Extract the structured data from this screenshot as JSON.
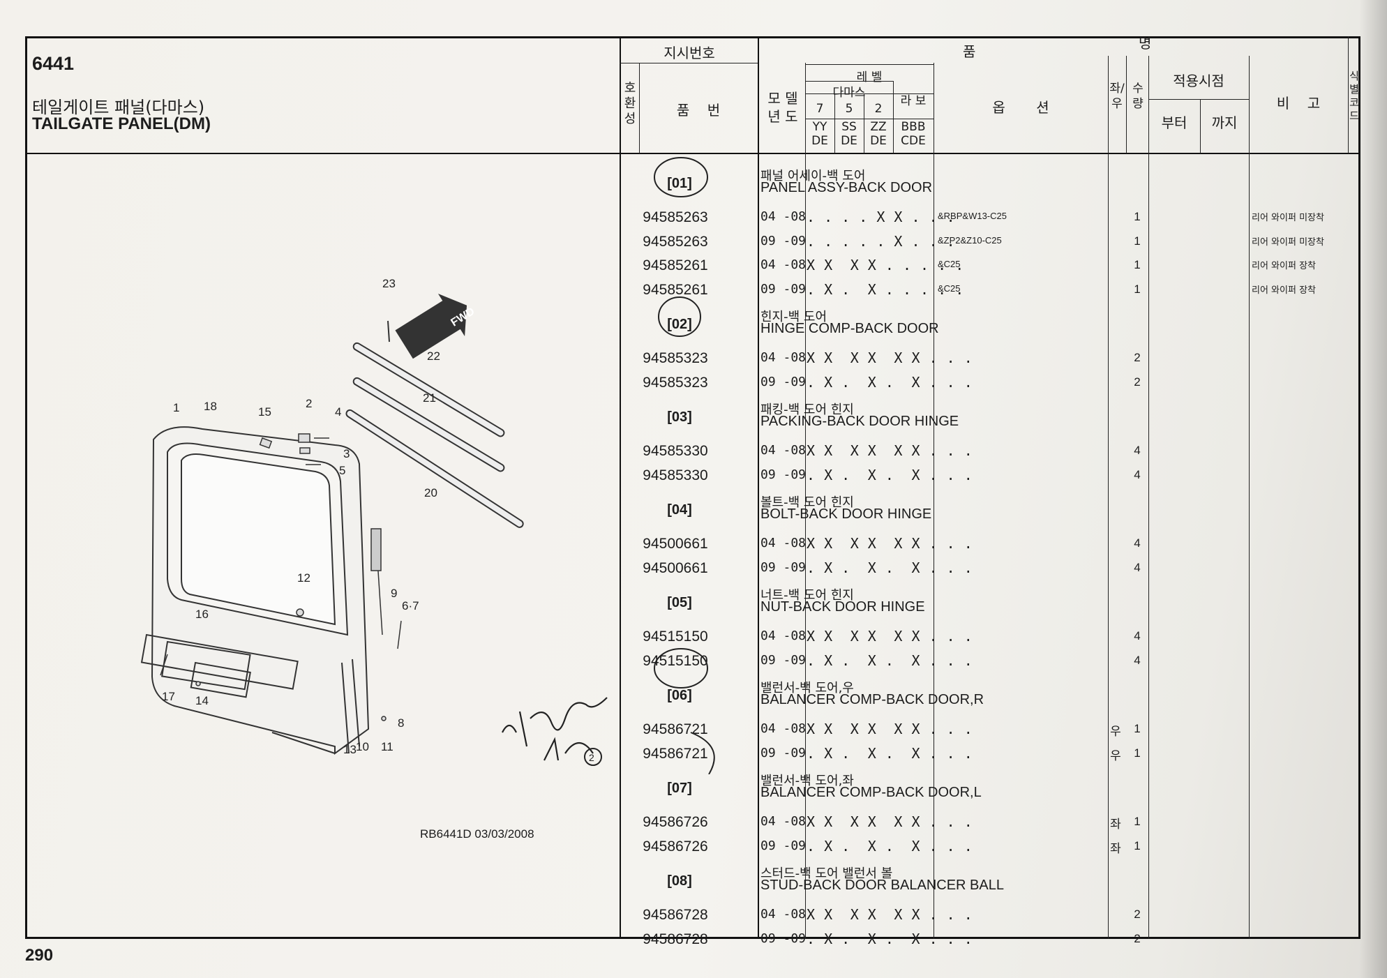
{
  "page": {
    "section_code": "6441",
    "title_ko": "테일게이트 패널(다마스)",
    "title_en": "TAILGATE PANEL(DM)",
    "page_number": "290",
    "drawing_ref": "RB6441D  03/03/2008"
  },
  "header": {
    "instruction_no": "지시번호",
    "item_name": "품",
    "item_name2": "명",
    "interchange": "호환성",
    "part_no": "품    번",
    "model_year": "모 델\n년 도",
    "level": "레  벨",
    "damas": "다마스",
    "labo": "라 보",
    "level_cols": [
      "7",
      "5",
      "2"
    ],
    "level_codes": [
      "YY\nDE",
      "SS\nDE",
      "ZZ\nDE",
      "BBB\nCDE"
    ],
    "option": "옵       션",
    "side": "좌/우",
    "quantity": "수량",
    "applicable": "적용시점",
    "from": "부터",
    "to": "까지",
    "remarks": "비    고",
    "id_code": "식별코드"
  },
  "groups": [
    {
      "ref": "[01]",
      "name_ko": "패널 어세이-백 도어",
      "name_en": "PANEL ASSY-BACK DOOR",
      "rows": [
        {
          "part_no": "94585263",
          "years": "04 -08",
          "marks": ". . . . X X . . .",
          "option": "&RBP&W13-C25",
          "side": "",
          "qty": "1",
          "remark": "리어 와이퍼 미장착"
        },
        {
          "part_no": "94585263",
          "years": "09 -09",
          "marks": ". . . . . X . . .",
          "option": "&ZP2&Z10-C25",
          "side": "",
          "qty": "1",
          "remark": "리어 와이퍼 미장착"
        },
        {
          "part_no": "94585261",
          "years": "04 -08",
          "marks": "X X  X X . . . . .",
          "option": "&C25",
          "side": "",
          "qty": "1",
          "remark": "리어 와이퍼 장착"
        },
        {
          "part_no": "94585261",
          "years": "09 -09",
          "marks": ". X .  X . . . . .",
          "option": "&C25",
          "side": "",
          "qty": "1",
          "remark": "리어 와이퍼 장착"
        }
      ]
    },
    {
      "ref": "[02]",
      "name_ko": "힌지-백 도어",
      "name_en": "HINGE COMP-BACK DOOR",
      "rows": [
        {
          "part_no": "94585323",
          "years": "04 -08",
          "marks": "X X  X X  X X . . .",
          "option": "",
          "side": "",
          "qty": "2",
          "remark": ""
        },
        {
          "part_no": "94585323",
          "years": "09 -09",
          "marks": ". X .  X .  X . . .",
          "option": "",
          "side": "",
          "qty": "2",
          "remark": ""
        }
      ]
    },
    {
      "ref": "[03]",
      "name_ko": "패킹-백 도어 힌지",
      "name_en": "PACKING-BACK DOOR HINGE",
      "rows": [
        {
          "part_no": "94585330",
          "years": "04 -08",
          "marks": "X X  X X  X X . . .",
          "option": "",
          "side": "",
          "qty": "4",
          "remark": ""
        },
        {
          "part_no": "94585330",
          "years": "09 -09",
          "marks": ". X .  X .  X . . .",
          "option": "",
          "side": "",
          "qty": "4",
          "remark": ""
        }
      ]
    },
    {
      "ref": "[04]",
      "name_ko": "볼트-백 도어 힌지",
      "name_en": "BOLT-BACK DOOR HINGE",
      "rows": [
        {
          "part_no": "94500661",
          "years": "04 -08",
          "marks": "X X  X X  X X . . .",
          "option": "",
          "side": "",
          "qty": "4",
          "remark": ""
        },
        {
          "part_no": "94500661",
          "years": "09 -09",
          "marks": ". X .  X .  X . . .",
          "option": "",
          "side": "",
          "qty": "4",
          "remark": ""
        }
      ]
    },
    {
      "ref": "[05]",
      "name_ko": "너트-백 도어 힌지",
      "name_en": "NUT-BACK DOOR HINGE",
      "rows": [
        {
          "part_no": "94515150",
          "years": "04 -08",
          "marks": "X X  X X  X X . . .",
          "option": "",
          "side": "",
          "qty": "4",
          "remark": ""
        },
        {
          "part_no": "94515150",
          "years": "09 -09",
          "marks": ". X .  X .  X . . .",
          "option": "",
          "side": "",
          "qty": "4",
          "remark": ""
        }
      ]
    },
    {
      "ref": "[06]",
      "name_ko": "밸런서-백 도어,우",
      "name_en": "BALANCER COMP-BACK DOOR,R",
      "rows": [
        {
          "part_no": "94586721",
          "years": "04 -08",
          "marks": "X X  X X  X X . . .",
          "option": "",
          "side": "우",
          "qty": "1",
          "remark": ""
        },
        {
          "part_no": "94586721",
          "years": "09 -09",
          "marks": ". X .  X .  X . . .",
          "option": "",
          "side": "우",
          "qty": "1",
          "remark": ""
        }
      ]
    },
    {
      "ref": "[07]",
      "name_ko": "밸런서-백 도어,좌",
      "name_en": "BALANCER COMP-BACK DOOR,L",
      "rows": [
        {
          "part_no": "94586726",
          "years": "04 -08",
          "marks": "X X  X X  X X . . .",
          "option": "",
          "side": "좌",
          "qty": "1",
          "remark": ""
        },
        {
          "part_no": "94586726",
          "years": "09 -09",
          "marks": ". X .  X .  X . . .",
          "option": "",
          "side": "좌",
          "qty": "1",
          "remark": ""
        }
      ]
    },
    {
      "ref": "[08]",
      "name_ko": "스터드-백 도어 밸런서 볼",
      "name_en": "STUD-BACK DOOR BALANCER BALL",
      "rows": [
        {
          "part_no": "94586728",
          "years": "04 -08",
          "marks": "X X  X X  X X . . .",
          "option": "",
          "side": "",
          "qty": "2",
          "remark": ""
        },
        {
          "part_no": "94586728",
          "years": "09 -09",
          "marks": ". X .  X .  X . . .",
          "option": "",
          "side": "",
          "qty": "2",
          "remark": ""
        }
      ]
    }
  ],
  "diagram": {
    "fwd_label": "FWD",
    "callouts": [
      "23",
      "22",
      "21",
      "20",
      "1",
      "18",
      "15",
      "2",
      "4",
      "3",
      "5",
      "12",
      "16",
      "9",
      "6·7",
      "17",
      "14",
      "13",
      "10",
      "11",
      "8"
    ]
  },
  "handwriting": {
    "note": "차 백어바이 4R②"
  }
}
